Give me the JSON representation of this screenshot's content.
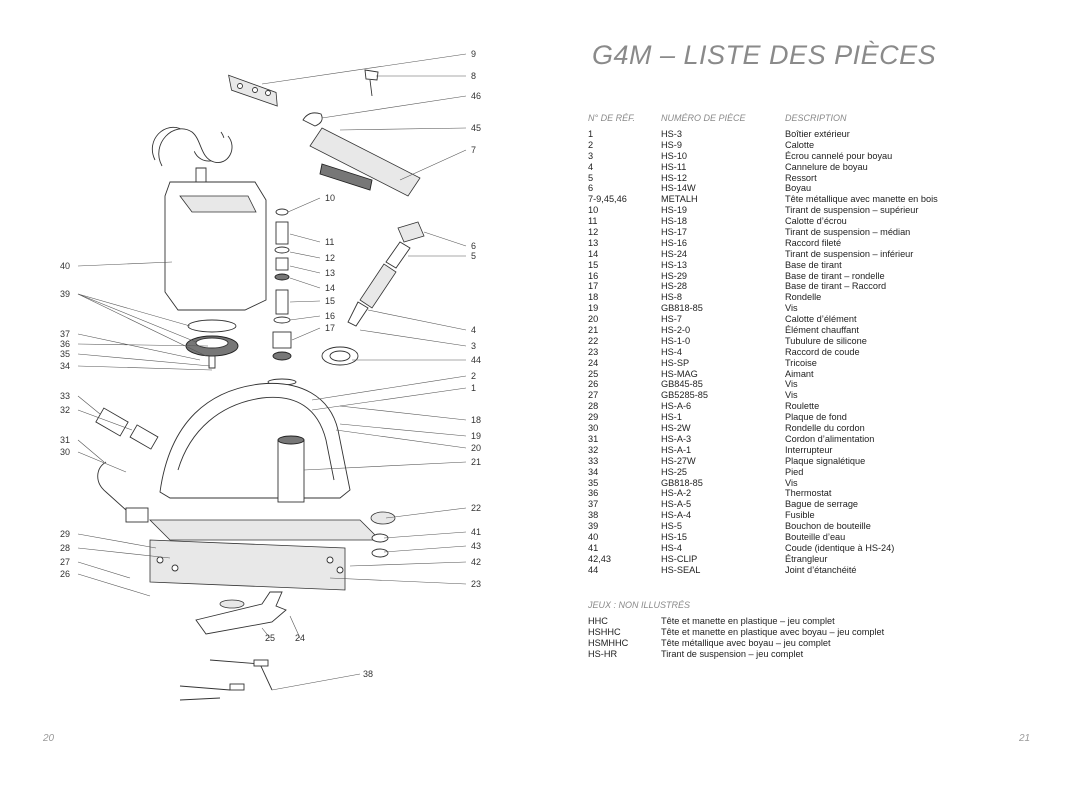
{
  "header": {
    "title": "G4M – LISTE DES PIÈCES"
  },
  "table": {
    "columns": {
      "ref": "N° DE RÉF.",
      "part": "NUMÉRO DE PIÈCE",
      "desc": "DESCRIPTION"
    },
    "rows": [
      {
        "ref": "1",
        "part": "HS-3",
        "desc": "Boîtier extérieur"
      },
      {
        "ref": "2",
        "part": "HS-9",
        "desc": "Calotte"
      },
      {
        "ref": "3",
        "part": "HS-10",
        "desc": "Écrou cannelé pour boyau"
      },
      {
        "ref": "4",
        "part": "HS-11",
        "desc": "Cannelure de boyau"
      },
      {
        "ref": "5",
        "part": "HS-12",
        "desc": "Ressort"
      },
      {
        "ref": "6",
        "part": "HS-14W",
        "desc": "Boyau"
      },
      {
        "ref": "7-9,45,46",
        "part": "METALH",
        "desc": "Tête métallique avec manette en bois"
      },
      {
        "ref": "10",
        "part": "HS-19",
        "desc": "Tirant de suspension – supérieur"
      },
      {
        "ref": "11",
        "part": "HS-18",
        "desc": "Calotte d’écrou"
      },
      {
        "ref": "12",
        "part": "HS-17",
        "desc": "Tirant de suspension – médian"
      },
      {
        "ref": "13",
        "part": "HS-16",
        "desc": "Raccord fileté"
      },
      {
        "ref": "14",
        "part": "HS-24",
        "desc": "Tirant de suspension – inférieur"
      },
      {
        "ref": "15",
        "part": "HS-13",
        "desc": "Base de tirant"
      },
      {
        "ref": "16",
        "part": "HS-29",
        "desc": "Base de tirant – rondelle"
      },
      {
        "ref": "17",
        "part": "HS-28",
        "desc": "Base de tirant – Raccord"
      },
      {
        "ref": "18",
        "part": "HS-8",
        "desc": "Rondelle"
      },
      {
        "ref": "19",
        "part": "GB818-85",
        "desc": "Vis"
      },
      {
        "ref": "20",
        "part": "HS-7",
        "desc": "Calotte d’élément"
      },
      {
        "ref": "21",
        "part": "HS-2-0",
        "desc": "Élément chauffant"
      },
      {
        "ref": "22",
        "part": "HS-1-0",
        "desc": "Tubulure de silicone"
      },
      {
        "ref": "23",
        "part": "HS-4",
        "desc": "Raccord de coude"
      },
      {
        "ref": "24",
        "part": "HS-SP",
        "desc": "Tricoise"
      },
      {
        "ref": "25",
        "part": "HS-MAG",
        "desc": "Aimant"
      },
      {
        "ref": "26",
        "part": "GB845-85",
        "desc": "Vis"
      },
      {
        "ref": "27",
        "part": "GB5285-85",
        "desc": "Vis"
      },
      {
        "ref": "28",
        "part": "HS-A-6",
        "desc": "Roulette"
      },
      {
        "ref": "29",
        "part": "HS-1",
        "desc": "Plaque de fond"
      },
      {
        "ref": "30",
        "part": "HS-2W",
        "desc": "Rondelle du cordon"
      },
      {
        "ref": "31",
        "part": "HS-A-3",
        "desc": "Cordon d’alimentation"
      },
      {
        "ref": "32",
        "part": "HS-A-1",
        "desc": "Interrupteur"
      },
      {
        "ref": "33",
        "part": "HS-27W",
        "desc": "Plaque signalétique"
      },
      {
        "ref": "34",
        "part": "HS-25",
        "desc": "Pied"
      },
      {
        "ref": "35",
        "part": "GB818-85",
        "desc": "Vis"
      },
      {
        "ref": "36",
        "part": "HS-A-2",
        "desc": "Thermostat"
      },
      {
        "ref": "37",
        "part": "HS-A-5",
        "desc": "Bague de serrage"
      },
      {
        "ref": "38",
        "part": "HS-A-4",
        "desc": "Fusible"
      },
      {
        "ref": "39",
        "part": "HS-5",
        "desc": "Bouchon de bouteille"
      },
      {
        "ref": "40",
        "part": "HS-15",
        "desc": "Bouteille d’eau"
      },
      {
        "ref": "41",
        "part": "HS-4",
        "desc": "Coude (identique à HS-24)"
      },
      {
        "ref": "42,43",
        "part": "HS-CLIP",
        "desc": "Étrangleur"
      },
      {
        "ref": "44",
        "part": "HS-SEAL",
        "desc": "Joint d’étanchéité"
      }
    ]
  },
  "kits": {
    "heading": "JEUX : NON ILLUSTRÉS",
    "rows": [
      {
        "code": "HHC",
        "desc": "Tête et manette en plastique – jeu complet"
      },
      {
        "code": "HSHHC",
        "desc": "Tête et manette en plastique avec boyau – jeu complet"
      },
      {
        "code": "HSMHHC",
        "desc": "Tête métallique avec boyau – jeu complet"
      },
      {
        "code": "HS-HR",
        "desc": "Tirant de suspension – jeu complet"
      }
    ]
  },
  "diagram": {
    "callouts_right": [
      "9",
      "8",
      "46",
      "45",
      "7",
      "10",
      "11",
      "12",
      "13",
      "14",
      "15",
      "16",
      "17",
      "6",
      "5",
      "4",
      "3",
      "44",
      "2",
      "1",
      "18",
      "19",
      "20",
      "21",
      "22",
      "41",
      "43",
      "42",
      "23",
      "38",
      "25",
      "24"
    ],
    "callouts_left": [
      "40",
      "39",
      "37",
      "36",
      "35",
      "34",
      "33",
      "32",
      "31",
      "30",
      "29",
      "28",
      "27",
      "26"
    ]
  },
  "pages": {
    "left": "20",
    "right": "21"
  }
}
